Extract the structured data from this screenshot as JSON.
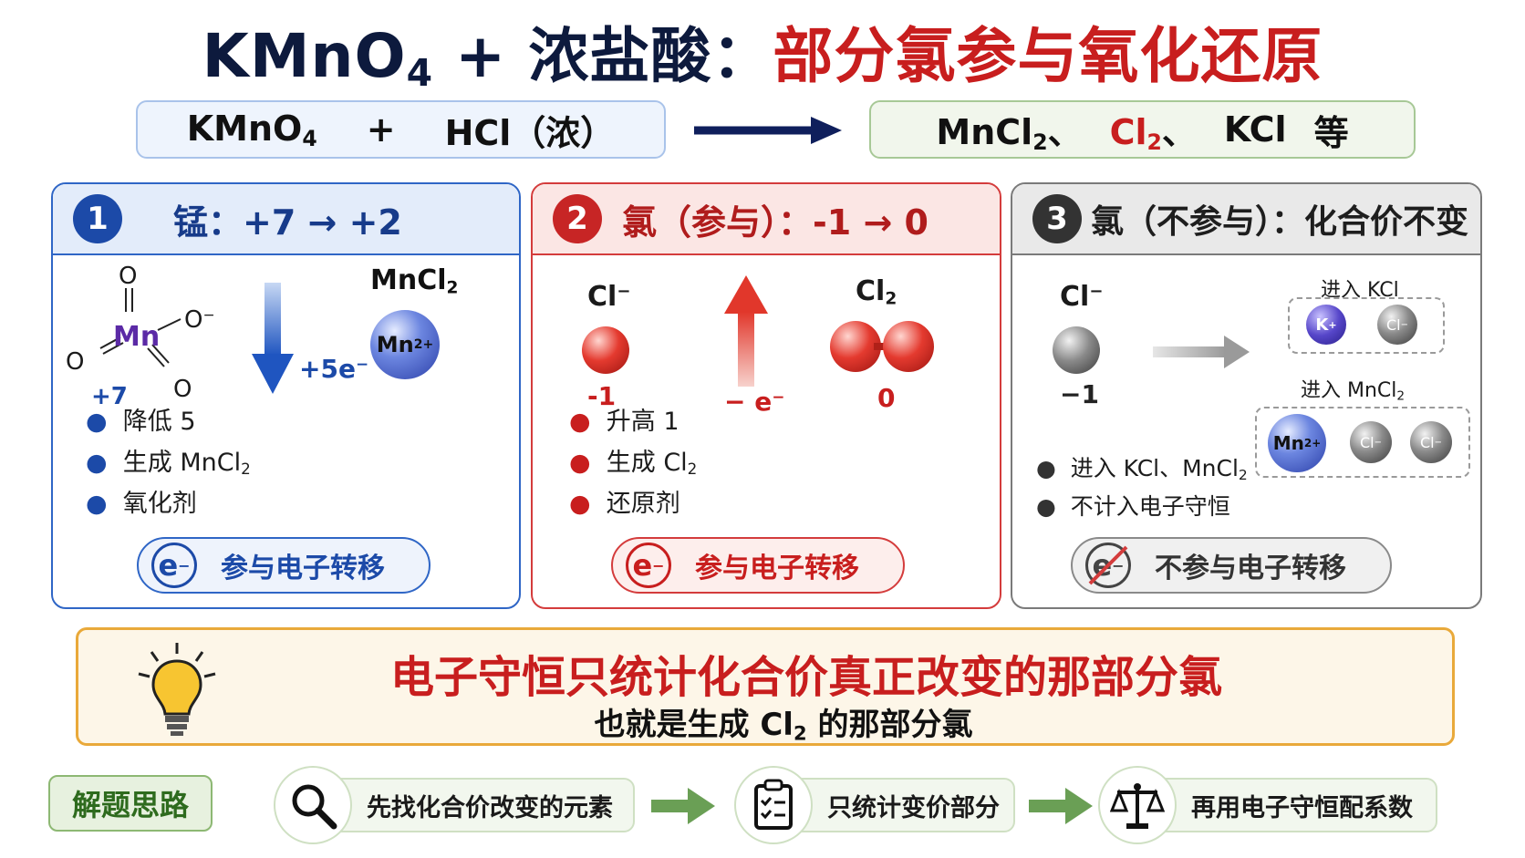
{
  "title": {
    "formula_main": "KMnO",
    "formula_sub": "4",
    "plus_acid": " + 浓盐酸：",
    "emphasis": "部分氯参与氧化还原"
  },
  "equation": {
    "r1_main": "KMnO",
    "r1_sub": "4",
    "plus": "+",
    "r2": "HCl（浓）",
    "p1_main": "MnCl",
    "p1_sub": "2",
    "sep1": "、",
    "p2_main": "Cl",
    "p2_sub": "2",
    "sep2": "、",
    "p3": "KCl",
    "etc": "等"
  },
  "panels": [
    {
      "num": "1",
      "heading": "锰：+7 → +2",
      "diagram": {
        "o_top": "O",
        "o_right": "O",
        "o_right_charge": "−",
        "o_left": "O",
        "o_bottom": "O",
        "mn": "Mn",
        "ox_state": "+7",
        "product_main": "MnCl",
        "product_sub": "2",
        "ion_main": "Mn",
        "ion_charge": "2+",
        "electrons_main": "+5e",
        "electrons_charge": "−"
      },
      "bullets_pre": [
        "降低 5",
        "生成 MnCl",
        "氧化剂"
      ],
      "bullet2_sub": "2",
      "pill_symbol": "e",
      "pill_charge": "−",
      "pill_label": "参与电子转移"
    },
    {
      "num": "2",
      "heading": "氯（参与）：-1 → 0",
      "diagram": {
        "left_main": "Cl",
        "left_charge": "−",
        "left_ox": "-1",
        "right_main": "Cl",
        "right_sub": "2",
        "right_ox": "0",
        "electrons_main": "− e",
        "electrons_charge": "−"
      },
      "bullets_pre": [
        "升高 1",
        "生成 Cl",
        "还原剂"
      ],
      "bullet2_sub": "2",
      "pill_symbol": "e",
      "pill_charge": "−",
      "pill_label": "参与电子转移"
    },
    {
      "num": "3",
      "heading": "氯（不参与）：化合价不变",
      "diagram": {
        "ion_main": "Cl",
        "ion_charge": "−",
        "ion_ox": "−1",
        "kcl_label": "进入 KCl",
        "k_main": "K",
        "k_charge": "+",
        "cl_main": "Cl",
        "cl_charge": "−",
        "mncl2_label_main": "进入 MnCl",
        "mncl2_label_sub": "2",
        "mn_main": "Mn",
        "mn_charge": "2+"
      },
      "bullets_pre": [
        "进入 KCl、MnCl",
        "不计入电子守恒"
      ],
      "bullet1_sub": "2",
      "pill_symbol": "e",
      "pill_charge": "−",
      "pill_label": "不参与电子转移"
    }
  ],
  "conclusion": {
    "main": "电子守恒只统计化合价真正改变的那部分氯",
    "sub_pre": "也就是生成 Cl",
    "sub_sub": "2",
    "sub_post": " 的那部分氯"
  },
  "approach": {
    "label": "解题思路",
    "steps": [
      {
        "icon": "magnifier-icon",
        "text": "先找化合价改变的元素"
      },
      {
        "icon": "clipboard-icon",
        "text": "只统计变价部分"
      },
      {
        "icon": "balance-scale-icon",
        "text": "再用电子守恒配系数"
      }
    ]
  },
  "colors": {
    "title_dark": "#0d1a3d",
    "title_red": "#c81e1e",
    "blue": "#2f66c6",
    "red": "#d43c3c",
    "gray": "#7a7a7a",
    "green": "#6a9f55",
    "gold": "#e9a93a"
  }
}
